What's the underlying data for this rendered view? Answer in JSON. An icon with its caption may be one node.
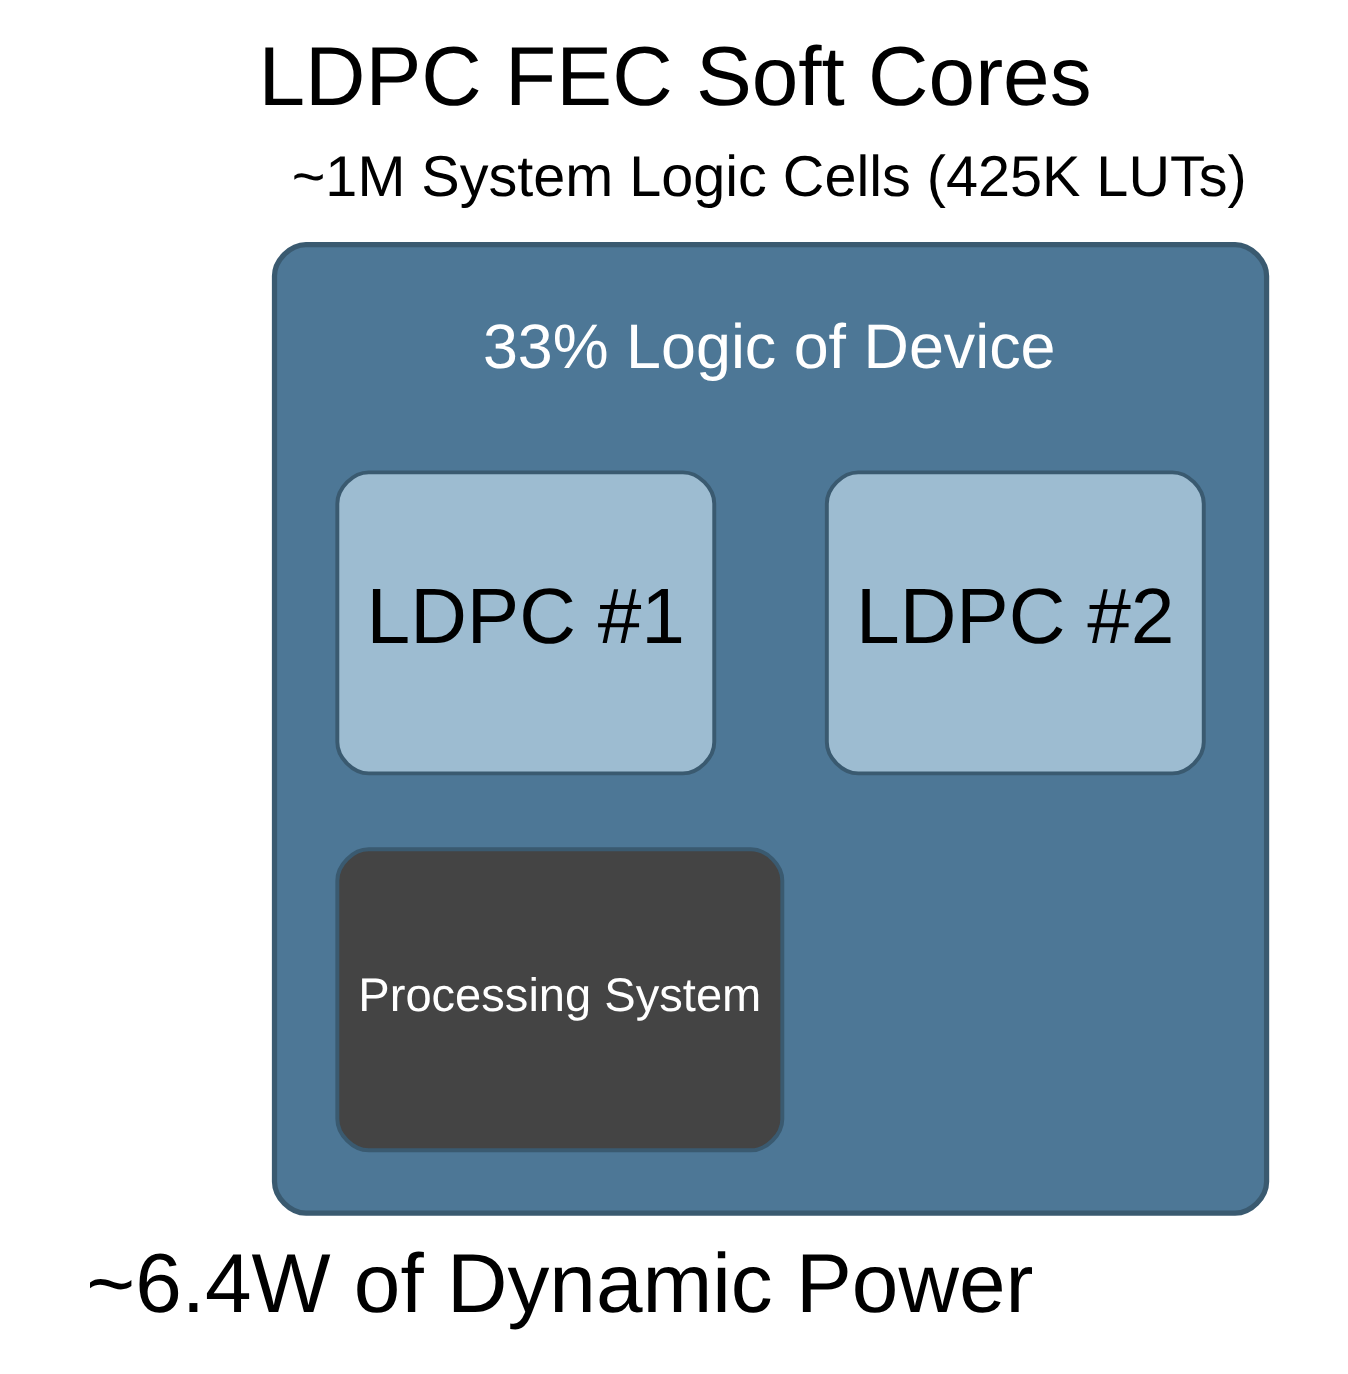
{
  "diagram": {
    "title": "LDPC FEC Soft Cores",
    "caption": "~6.4W of Dynamic Power",
    "nodes": [
      {
        "text": [],
        "shape": "box"
      },
      {
        "text": [
          "LDPC #1"
        ],
        "in": 0
      },
      {
        "text": [
          "LDPC #2"
        ],
        "in": 0
      },
      {
        "text": [
          "Processing System"
        ],
        "in": 0
      }
    ],
    "edges": [],
    "labels": [
      "~1M System Logic Cells (425K LUTs)",
      "33% Logic of Device"
    ]
  }
}
